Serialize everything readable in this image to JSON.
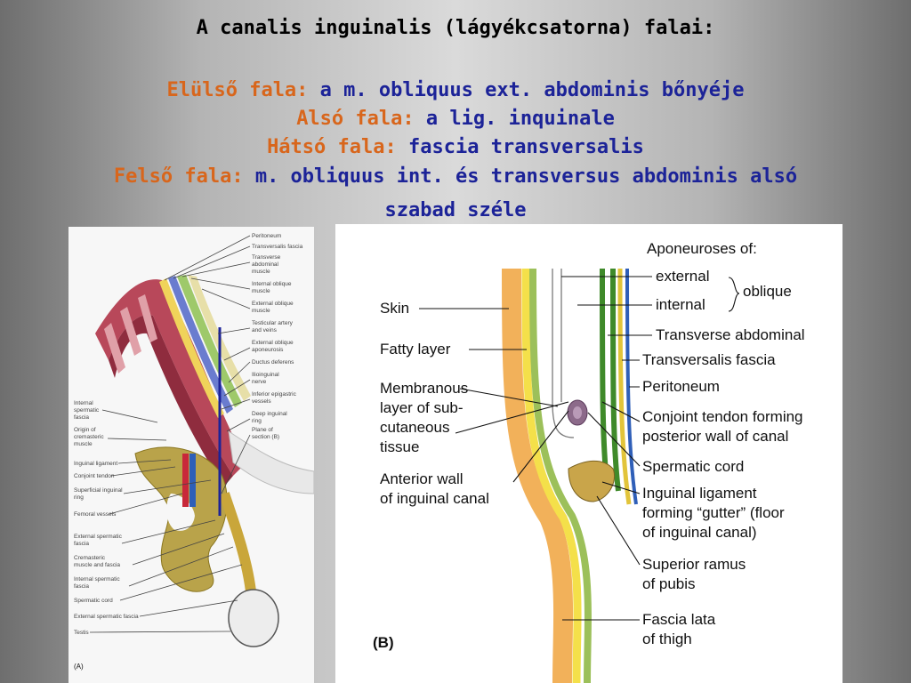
{
  "slide": {
    "title": "A canalis inguinalis (lágyékcsatorna) falai:",
    "walls": [
      {
        "label": "Elülső fala:",
        "text": " a m. obliquus ext. abdominis bőnyéje"
      },
      {
        "label": "Alsó fala:",
        "text": " a lig. inquinale"
      },
      {
        "label": "Hátsó fala:",
        "text": " fascia transversalis"
      },
      {
        "label": "Felső fala:",
        "text": " m. obliquus int. és transversus abdominis alsó"
      }
    ],
    "wall4_continued": "szabad széle",
    "colors": {
      "label": "#d8661c",
      "text": "#1c2398",
      "title": "#000000"
    }
  },
  "figure_a": {
    "panel_letter": "(A)",
    "right_labels": [
      "Peritoneum",
      "Transversalis fascia",
      "Transverse",
      "abdominal",
      "muscle",
      "Internal oblique",
      "muscle",
      "External oblique",
      "muscle",
      "Testicular artery",
      "and veins",
      "External oblique",
      "aponeurosis",
      "Ductus deferens",
      "Ilioinguinal",
      "nerve",
      "Inferior epigastric",
      "vessels",
      "Deep inguinal",
      "ring",
      "Plane of",
      "section (B)"
    ],
    "left_labels": [
      "Internal",
      "spermatic",
      "fascia",
      "Origin of",
      "cremasteric",
      "muscle",
      "Inguinal ligament",
      "Conjoint tendon",
      "Superficial inguinal",
      "ring",
      "Femoral vessels",
      "External spermatic",
      "fascia",
      "Cremasteric",
      "muscle and fascia",
      "Internal spermatic",
      "fascia",
      "Spermatic cord",
      "External spermatic fascia",
      "Testis"
    ]
  },
  "figure_b": {
    "panel_letter": "(B)",
    "aponeuroses_of": "Aponeuroses of:",
    "external": "external",
    "internal": "internal",
    "oblique": "oblique",
    "left_labels": [
      "Skin",
      "Fatty layer",
      "Membranous",
      "layer of sub-",
      "cutaneous",
      "tissue",
      "Anterior wall",
      "of inguinal canal"
    ],
    "right_labels": [
      "Transverse abdominal",
      "Transversalis fascia",
      "Peritoneum",
      "Conjoint tendon forming",
      "posterior wall of canal",
      "Spermatic cord",
      "Inguinal ligament",
      "forming “gutter” (floor",
      "of inguinal canal)",
      "Superior ramus",
      "of pubis",
      "Fascia lata",
      "of thigh"
    ]
  }
}
